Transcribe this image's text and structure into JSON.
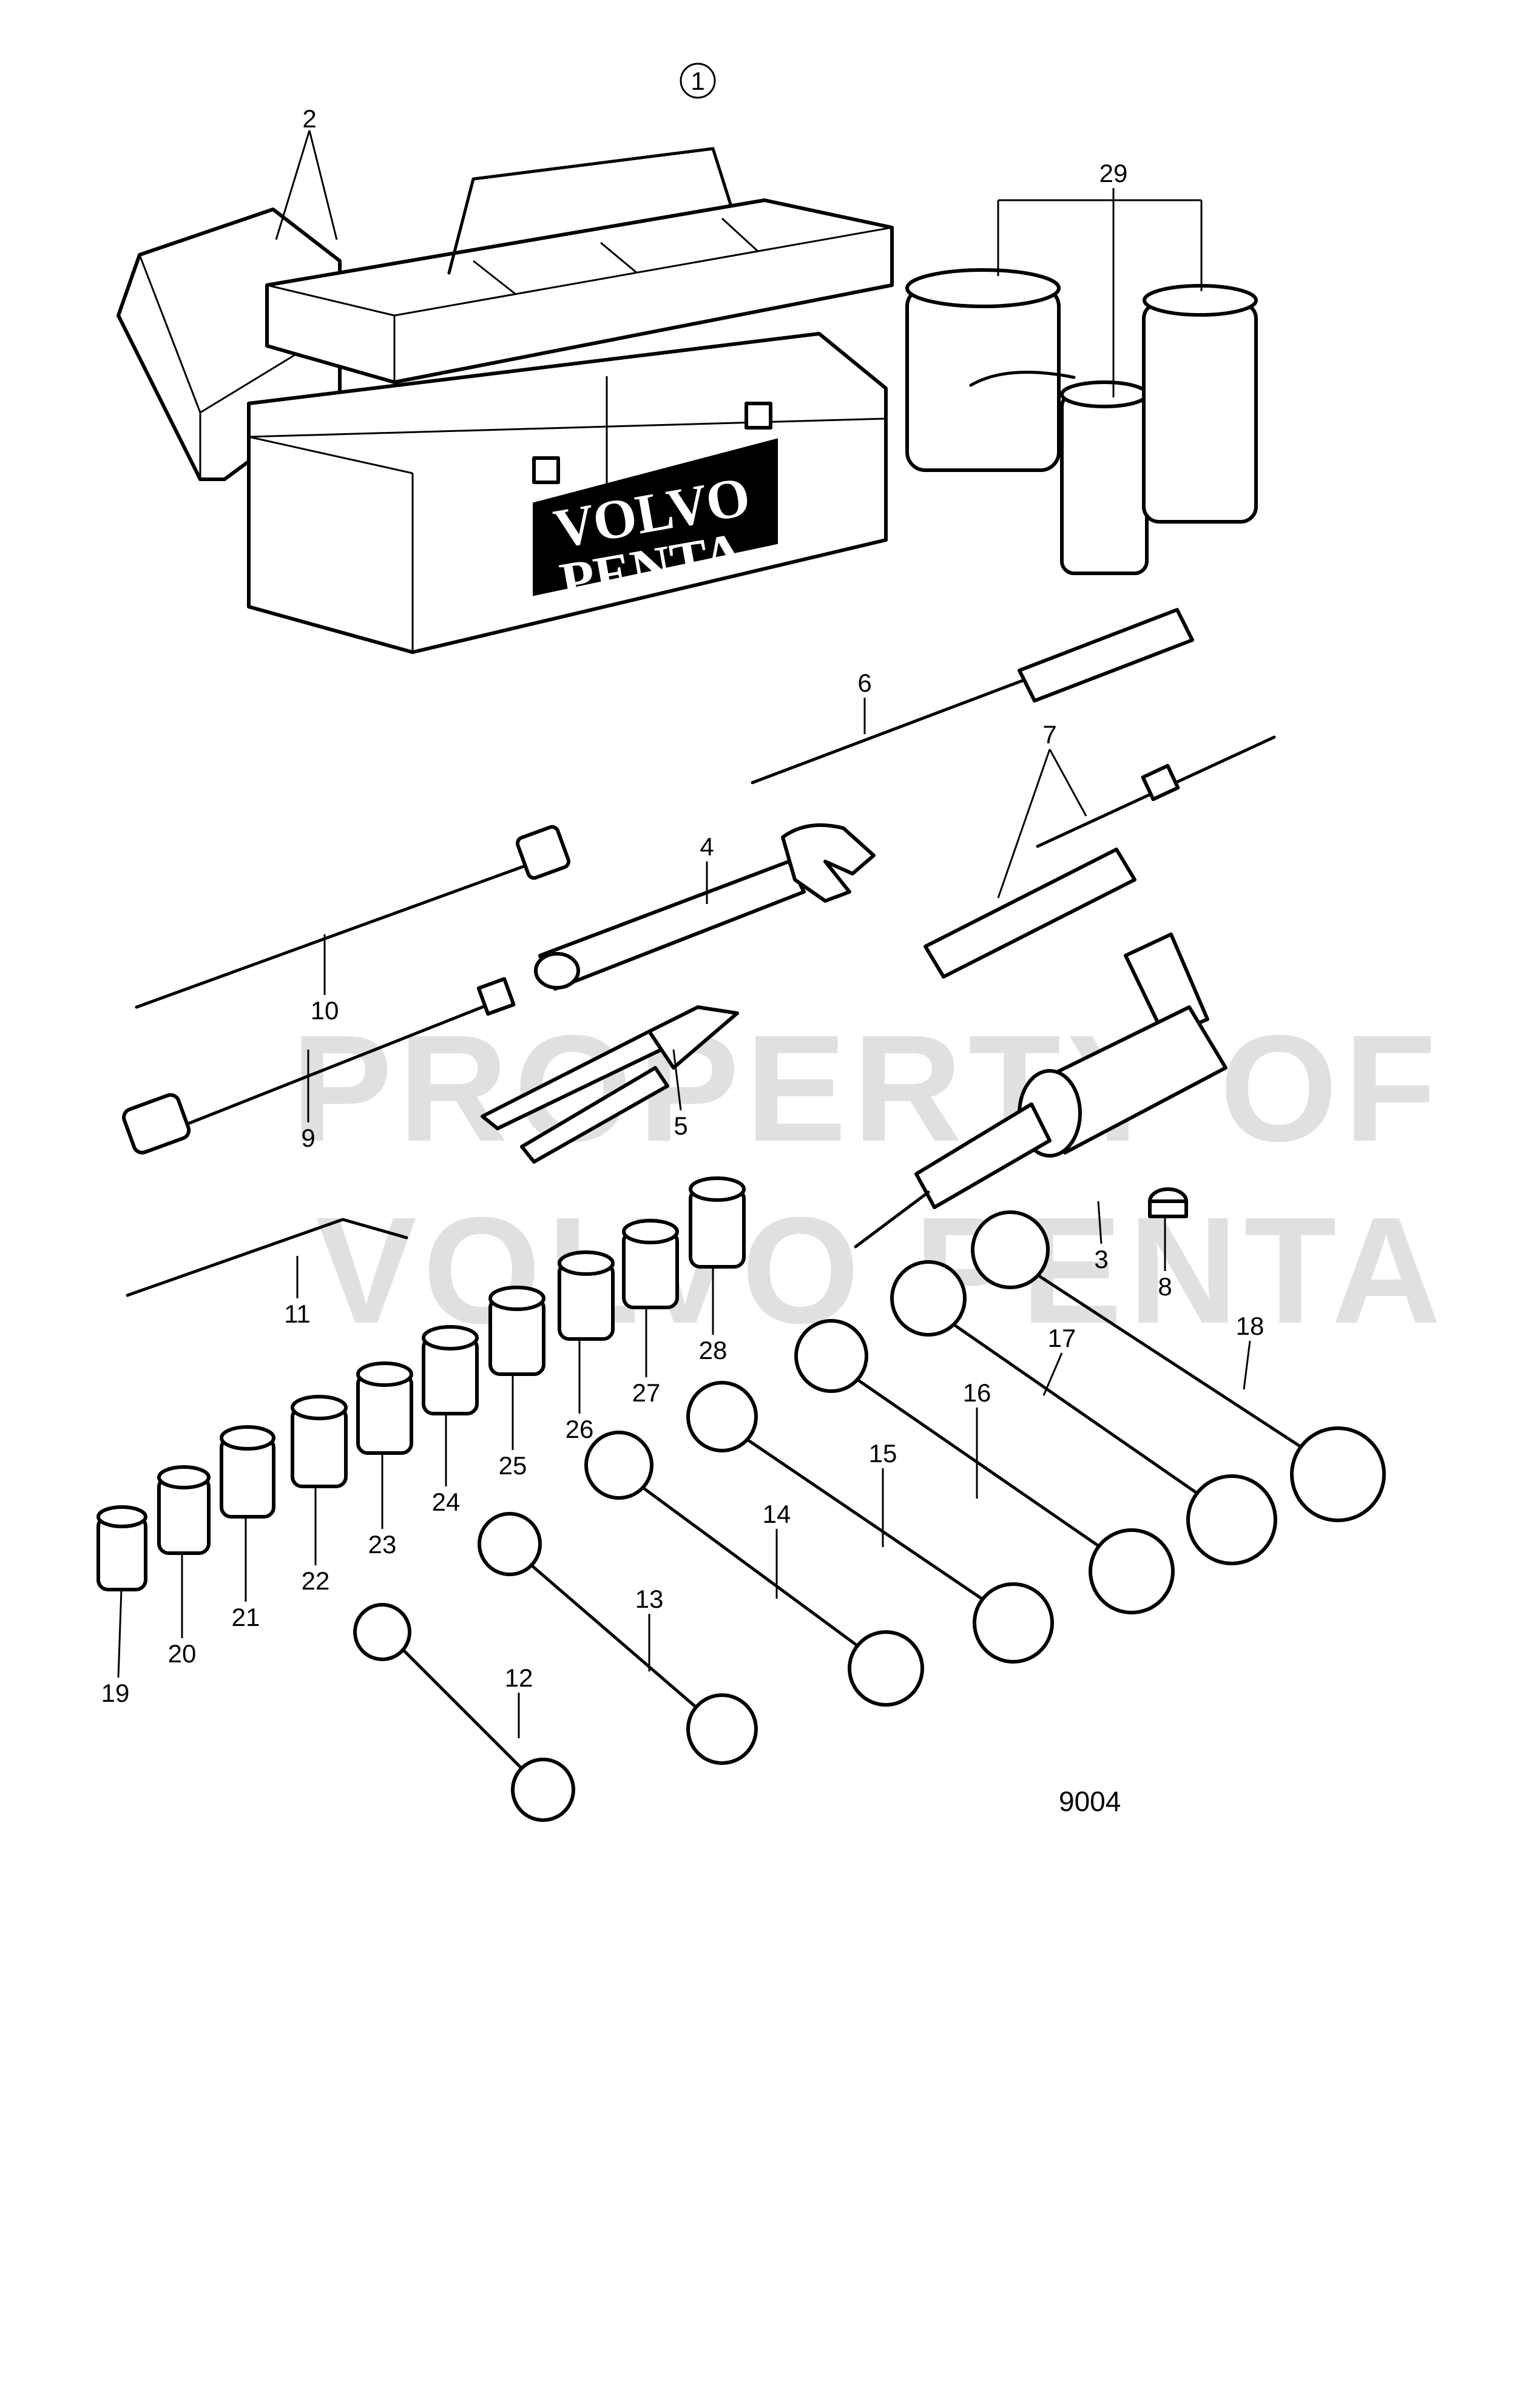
{
  "diagram": {
    "assembly_number": "1",
    "drawing_number": "9004",
    "logo": {
      "line1": "VOLVO",
      "line2": "PENTA"
    },
    "watermark": {
      "line1": "PROPERTY OF",
      "line2": "VOLVO PENTA"
    },
    "callouts": {
      "c2": "2",
      "c3": "3",
      "c4": "4",
      "c5": "5",
      "c6": "6",
      "c7": "7",
      "c8": "8",
      "c9": "9",
      "c10": "10",
      "c11": "11",
      "c12": "12",
      "c13": "13",
      "c14": "14",
      "c15": "15",
      "c16": "16",
      "c17": "17",
      "c18": "18",
      "c19": "19",
      "c20": "20",
      "c21": "21",
      "c22": "22",
      "c23": "23",
      "c24": "24",
      "c25": "25",
      "c26": "26",
      "c27": "27",
      "c28": "28",
      "c29": "29"
    }
  },
  "colors": {
    "ink": "#000000",
    "paper": "#ffffff",
    "watermark": "#c8c8c8"
  }
}
